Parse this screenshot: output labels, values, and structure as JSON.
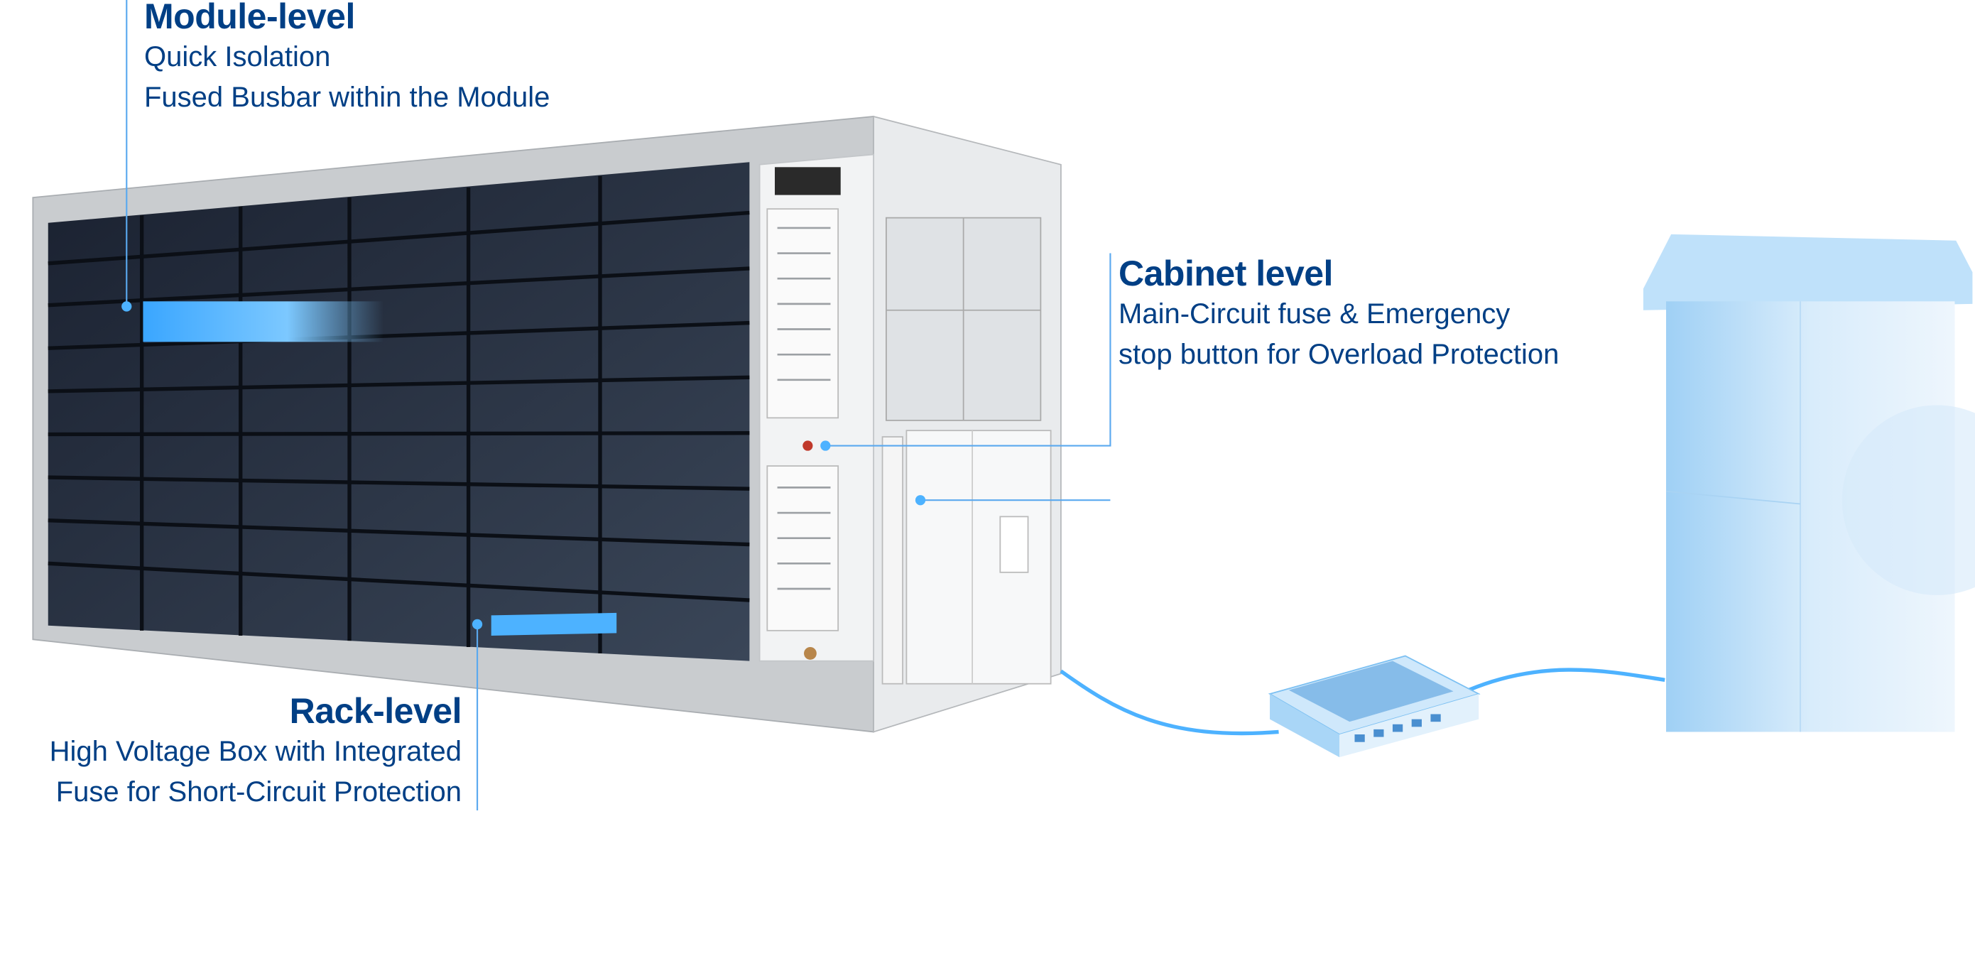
{
  "callouts": {
    "module": {
      "title": "Module-level",
      "lines": [
        "Quick Isolation",
        "Fused Busbar within the Module"
      ]
    },
    "cabinet": {
      "title": "Cabinet level",
      "lines": [
        "Main-Circuit fuse & Emergency",
        "stop button for Overload Protection"
      ]
    },
    "rack": {
      "title": "Rack-level",
      "lines": [
        "High Voltage Box with Integrated",
        "Fuse for Short-Circuit Protection"
      ]
    }
  },
  "colors": {
    "text": "#003f85",
    "leader": "#5aa9ef",
    "highlight": "#4db2ff",
    "panel": "#2a3342"
  }
}
